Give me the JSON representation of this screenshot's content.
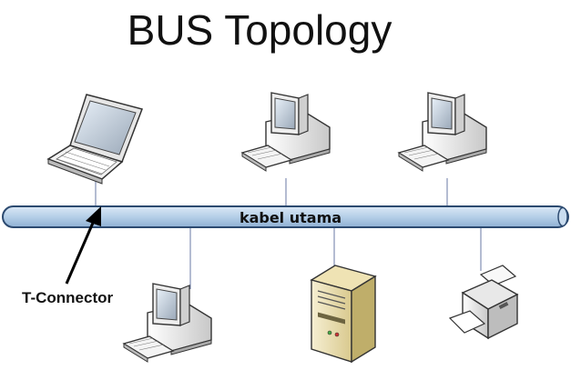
{
  "title": "BUS Topology",
  "bus_label": "kabel utama",
  "connector_label": "T-Connector",
  "nodes": [
    {
      "kind": "laptop-icon"
    },
    {
      "kind": "desktop-icon"
    },
    {
      "kind": "desktop-icon"
    },
    {
      "kind": "desktop-icon"
    },
    {
      "kind": "server-icon"
    },
    {
      "kind": "printer-icon"
    }
  ],
  "colors": {
    "bus_fill": "#b5cfe8",
    "bus_stroke": "#2c4a70",
    "drop_line": "#6a7aa6"
  }
}
